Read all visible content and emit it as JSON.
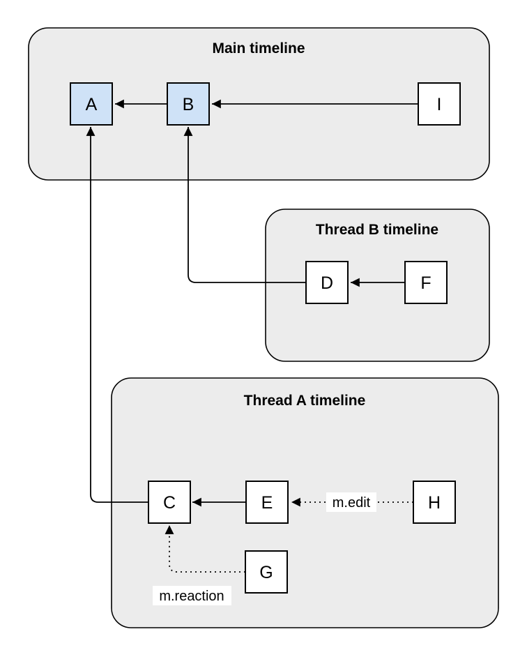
{
  "diagram": {
    "type": "event-graph",
    "containers": {
      "main": {
        "title": "Main timeline"
      },
      "thread_b": {
        "title": "Thread B timeline"
      },
      "thread_a": {
        "title": "Thread A timeline"
      }
    },
    "nodes": {
      "a": {
        "label": "A",
        "highlighted": true
      },
      "b": {
        "label": "B",
        "highlighted": true
      },
      "i": {
        "label": "I",
        "highlighted": false
      },
      "d": {
        "label": "D",
        "highlighted": false
      },
      "f": {
        "label": "F",
        "highlighted": false
      },
      "c": {
        "label": "C",
        "highlighted": false
      },
      "e": {
        "label": "E",
        "highlighted": false
      },
      "h": {
        "label": "H",
        "highlighted": false
      },
      "g": {
        "label": "G",
        "highlighted": false
      }
    },
    "edges": [
      {
        "from": "B",
        "to": "A",
        "style": "solid"
      },
      {
        "from": "I",
        "to": "B",
        "style": "solid"
      },
      {
        "from": "F",
        "to": "D",
        "style": "solid"
      },
      {
        "from": "D",
        "to": "B",
        "style": "solid"
      },
      {
        "from": "E",
        "to": "C",
        "style": "solid"
      },
      {
        "from": "C",
        "to": "A",
        "style": "solid"
      },
      {
        "from": "H",
        "to": "E",
        "style": "dotted",
        "label": "m.edit"
      },
      {
        "from": "G",
        "to": "C",
        "style": "dotted",
        "label": "m.reaction"
      }
    ],
    "edge_labels": {
      "edit": "m.edit",
      "reaction": "m.reaction"
    },
    "colors": {
      "page_background": "#ffffff",
      "container_fill": "#ececec",
      "container_stroke": "#000000",
      "node_fill": "#ffffff",
      "node_highlight_fill": "#cfe2f7",
      "node_stroke": "#000000",
      "edge_stroke": "#000000",
      "label_background": "#ffffff",
      "text": "#000000"
    }
  }
}
